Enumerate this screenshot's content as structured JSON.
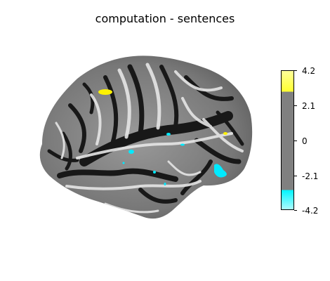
{
  "title": "computation - sentences",
  "colorbar": {
    "ticks": [
      "4.2",
      "2.1",
      "0",
      "-2.1",
      "-4.2"
    ],
    "colors": {
      "positive_top": "#ffff2e",
      "positive_bottom": "#ffff9a",
      "neutral": "#808080",
      "negative_top": "#00f4ff",
      "negative_bottom": "#aefcff"
    }
  },
  "surface": {
    "colors": {
      "dark": "#151515",
      "mid": "#8a8a8a",
      "light": "#e8e8e8",
      "activation_positive": "#fff200",
      "activation_negative": "#00eaff"
    }
  }
}
